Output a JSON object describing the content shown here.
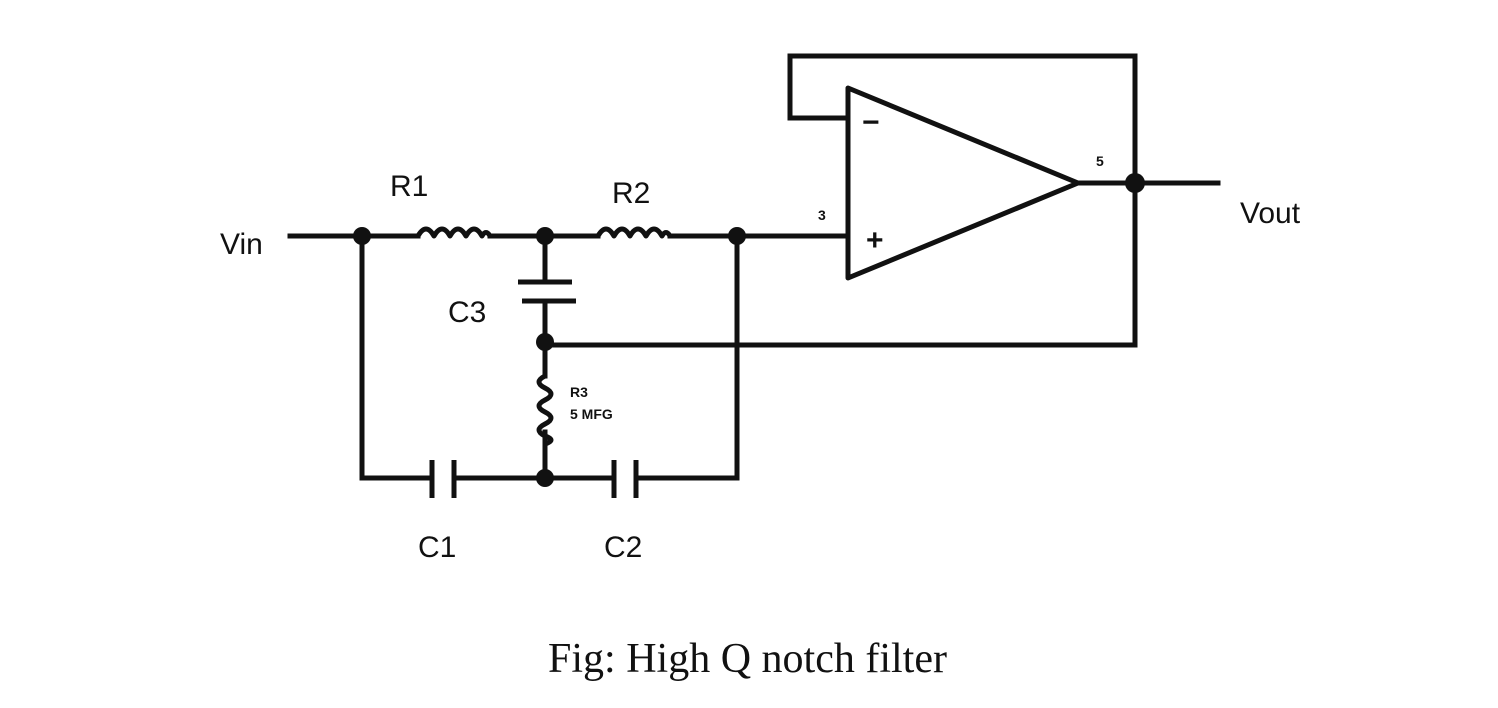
{
  "diagram": {
    "labels": {
      "vin": "Vin",
      "vout": "Vout",
      "r1": "R1",
      "r2": "R2",
      "r3_name": "R3",
      "r3_value": "5 MFG",
      "c1": "C1",
      "c2": "C2",
      "c3": "C3",
      "pin_in": "3",
      "pin_out": "5",
      "minus_sign": "−",
      "plus_sign": "+"
    }
  },
  "caption": "Fig: High Q notch filter"
}
